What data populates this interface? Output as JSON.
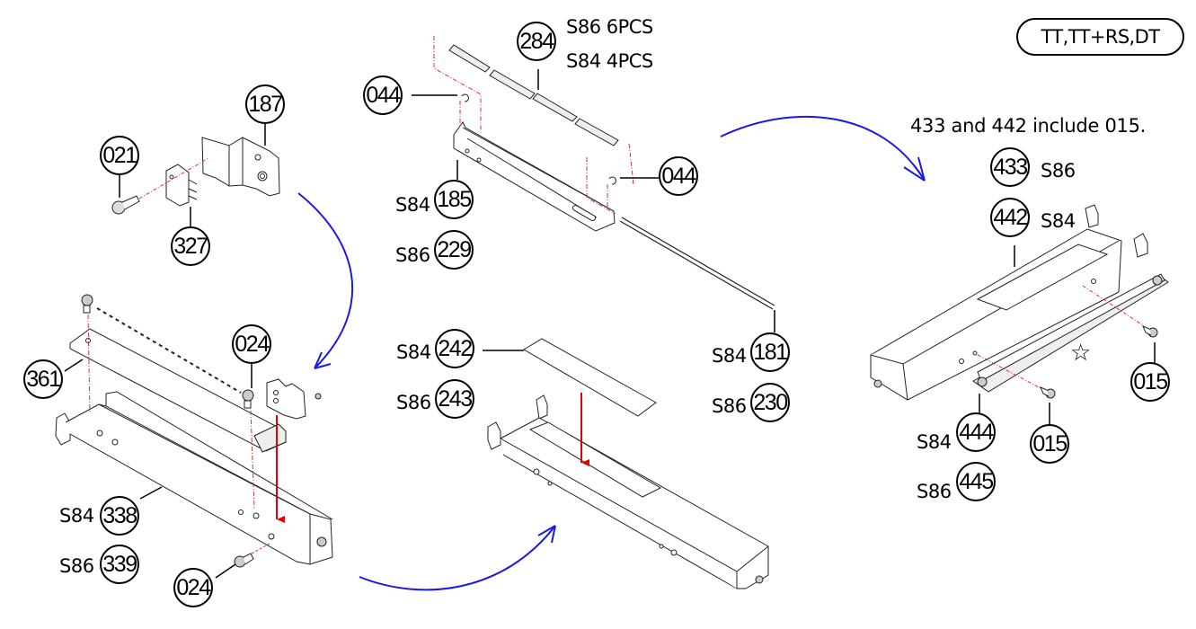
{
  "diagram": {
    "type": "exploded-parts-diagram",
    "model_badge": "TT,TT+RS,DT",
    "note": "433 and 442 include 015.",
    "colors": {
      "leader_line": "#000000",
      "assembly_arrow": "#e00000",
      "flow_arrow": "#1a1ae6",
      "phantom_line": "#e03030"
    },
    "groups": [
      {
        "name": "sensor-bracket-group",
        "callouts": [
          {
            "id": "p187",
            "number": "187",
            "prefix": ""
          },
          {
            "id": "p021",
            "number": "021",
            "prefix": ""
          },
          {
            "id": "p327",
            "number": "327",
            "prefix": ""
          }
        ]
      },
      {
        "name": "lower-frame-group",
        "callouts": [
          {
            "id": "p361",
            "number": "361",
            "prefix": ""
          },
          {
            "id": "p024a",
            "number": "024",
            "prefix": ""
          },
          {
            "id": "p338",
            "number": "338",
            "prefix": "S84"
          },
          {
            "id": "p339",
            "number": "339",
            "prefix": "S86"
          },
          {
            "id": "p024b",
            "number": "024",
            "prefix": ""
          }
        ]
      },
      {
        "name": "roller-shaft-group",
        "callouts": [
          {
            "id": "p284",
            "number": "284",
            "prefix": "",
            "qty_lines": [
              "S86  6PCS",
              "S84  4PCS"
            ]
          },
          {
            "id": "p044a",
            "number": "044",
            "prefix": ""
          },
          {
            "id": "p044b",
            "number": "044",
            "prefix": ""
          },
          {
            "id": "p185",
            "number": "185",
            "prefix": "S84"
          },
          {
            "id": "p229",
            "number": "229",
            "prefix": "S86"
          },
          {
            "id": "p181",
            "number": "181",
            "prefix": "S84"
          },
          {
            "id": "p230",
            "number": "230",
            "prefix": "S86"
          }
        ]
      },
      {
        "name": "middle-frame-group",
        "callouts": [
          {
            "id": "p242",
            "number": "242",
            "prefix": "S84"
          },
          {
            "id": "p243",
            "number": "243",
            "prefix": "S86"
          }
        ]
      },
      {
        "name": "right-assembly-group",
        "callouts": [
          {
            "id": "p433",
            "number": "433",
            "suffix": "S86"
          },
          {
            "id": "p442",
            "number": "442",
            "suffix": "S84"
          },
          {
            "id": "p015a",
            "number": "015",
            "prefix": ""
          },
          {
            "id": "p015b",
            "number": "015",
            "prefix": ""
          },
          {
            "id": "p444",
            "number": "444",
            "prefix": "S84"
          },
          {
            "id": "p445",
            "number": "445",
            "prefix": "S86"
          }
        ]
      }
    ],
    "star_symbol": "☆"
  }
}
